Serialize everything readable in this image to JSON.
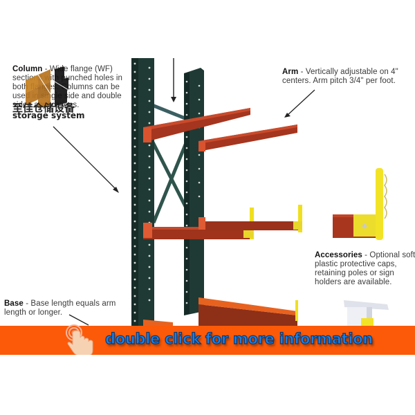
{
  "product_image": {
    "subject": "cantilever rack diagram",
    "callouts": {
      "column": {
        "title": "Column",
        "text": " - Wide flange (WF) sections with punched holes in both flanges. Columns can be used in single side and double sided applications."
      },
      "arm": {
        "title": "Arm",
        "text": " - Vertically adjustable on 4\" centers. Arm pitch 3/4\" per foot."
      },
      "accessories": {
        "title": "Accessories",
        "text": " - Optional soft plastic protective caps, retaining poles or sign holders are available."
      },
      "base": {
        "title": "Base",
        "text": " - Base length equals arm length or longer."
      }
    },
    "colors": {
      "column": "#23403a",
      "arm": "#a8361f",
      "base": "#e2561a",
      "accessory": "#f2e12a"
    }
  },
  "watermark": {
    "chinese": "至佳仓储设备",
    "english": "storage system",
    "colors": {
      "left_mark": "#b8741e",
      "right_mark": "#111111"
    }
  },
  "banner": {
    "label": "double click for more information",
    "icon": "hand-pointer-icon",
    "background": "#fc5a08",
    "text_color": "#1e7fe0"
  }
}
